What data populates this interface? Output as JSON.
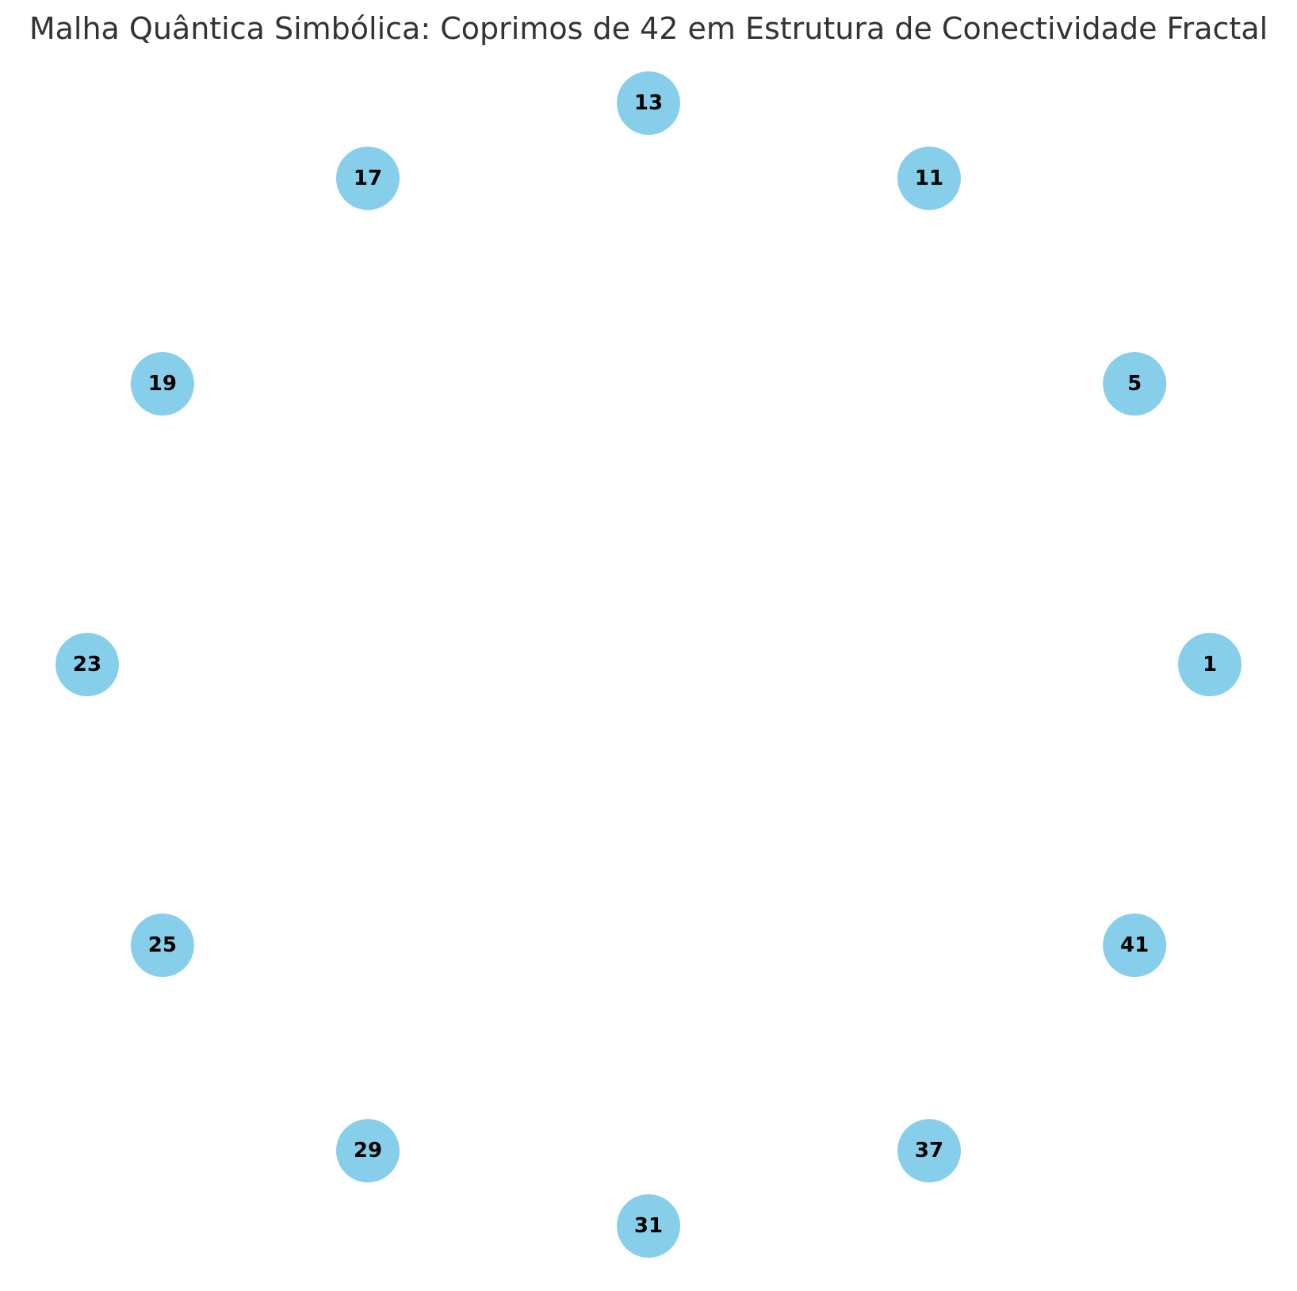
{
  "title": "Malha Quântica Simbólica: Coprimos de 42 em Estrutura de Conectividade Fractal",
  "node_color": "#87ceeb",
  "label_color": "#000000",
  "nodes": [
    {
      "label": "1"
    },
    {
      "label": "5"
    },
    {
      "label": "11"
    },
    {
      "label": "13"
    },
    {
      "label": "17"
    },
    {
      "label": "19"
    },
    {
      "label": "23"
    },
    {
      "label": "25"
    },
    {
      "label": "29"
    },
    {
      "label": "31"
    },
    {
      "label": "37"
    },
    {
      "label": "41"
    }
  ],
  "edges": []
}
